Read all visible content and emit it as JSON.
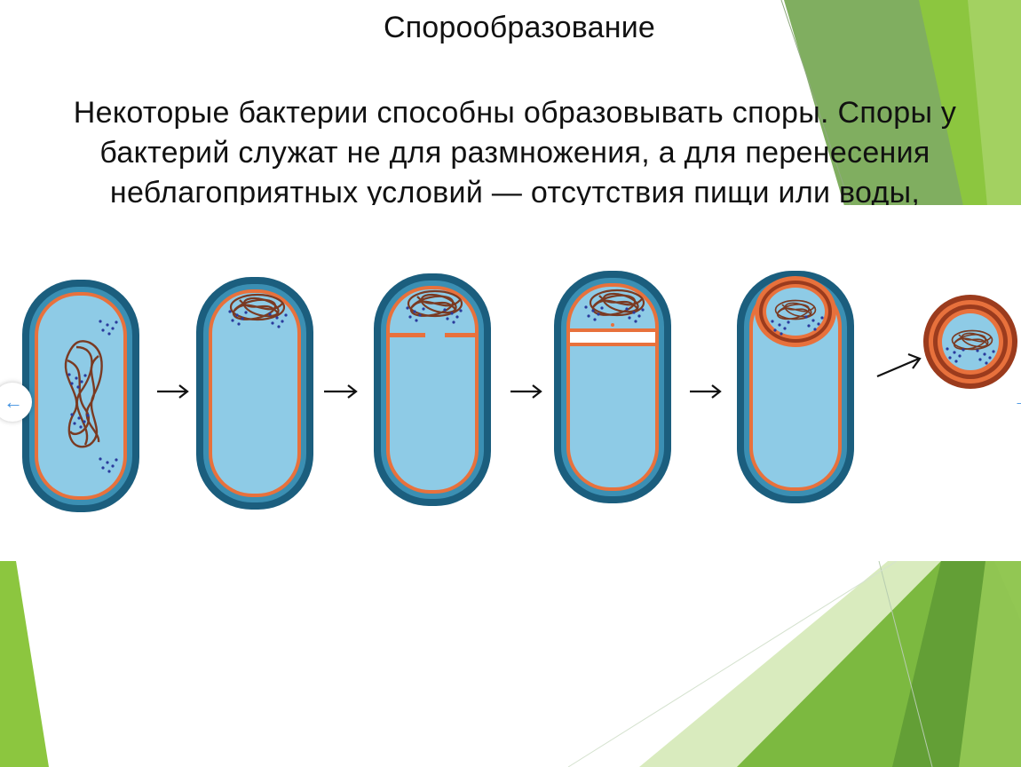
{
  "slide": {
    "title": "Спорообразование",
    "body": "Некоторые бактерии способны образовывать споры. Споры у бактерий служат не для размножения, а для перенесения неблагоприятных условий — отсутствия пищи или воды,"
  },
  "figure": {
    "stages": [
      "stage-1",
      "stage-2",
      "stage-3",
      "stage-4",
      "stage-5",
      "spore"
    ],
    "arrows": [
      "→",
      "→",
      "→",
      "→",
      "→"
    ]
  },
  "navigation": {
    "prev_icon": "arrow-left-icon",
    "next_icon": "arrow-right-icon",
    "prev_glyph": "←",
    "next_glyph": "→"
  },
  "colors": {
    "accent_green": "#7cb940",
    "cell_outer": "#1b5e7e",
    "cell_mid": "#3b8fb3",
    "cell_membrane": "#e8713c",
    "cytoplasm": "#8ecbe6",
    "dna": "#7a3a22",
    "ribosome": "#2a3a9c"
  }
}
